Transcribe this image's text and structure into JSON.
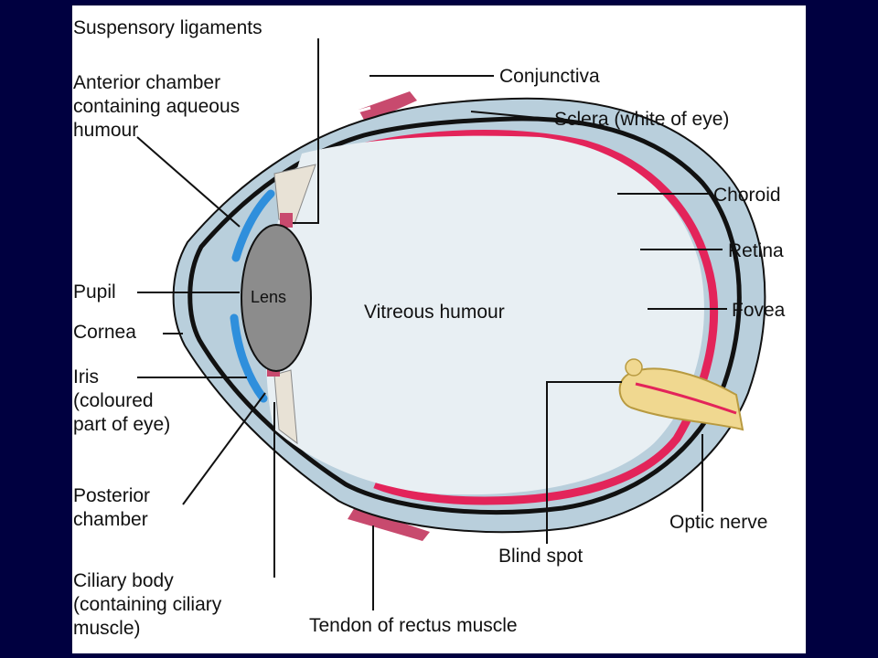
{
  "labels": {
    "suspensory_ligaments": "Suspensory ligaments",
    "anterior_chamber_line1": "Anterior chamber",
    "anterior_chamber_line2": "containing aqueous",
    "anterior_chamber_line3": "humour",
    "pupil": "Pupil",
    "cornea": "Cornea",
    "iris_line1": "Iris",
    "iris_line2": "(coloured",
    "iris_line3": "part of eye)",
    "posterior_chamber_line1": "Posterior",
    "posterior_chamber_line2": "chamber",
    "ciliary_body_line1": "Ciliary body",
    "ciliary_body_line2": "(containing ciliary",
    "ciliary_body_line3": "muscle)",
    "conjunctiva": "Conjunctiva",
    "sclera": "Sclera (white of eye)",
    "choroid": "Choroid",
    "retina": "Retina",
    "fovea": "Fovea",
    "lens": "Lens",
    "vitreous_humour": "Vitreous humour",
    "optic_nerve": "Optic nerve",
    "blind_spot": "Blind spot",
    "tendon": "Tendon of rectus muscle"
  },
  "colors": {
    "background": "#000040",
    "panel": "#ffffff",
    "sclera_fill": "#b9cfdc",
    "retina": "#e3245a",
    "vitreous": "#e8eff3",
    "lens": "#8c8c8c",
    "iris": "#2f8fdc",
    "nerve": "#f0d890"
  }
}
